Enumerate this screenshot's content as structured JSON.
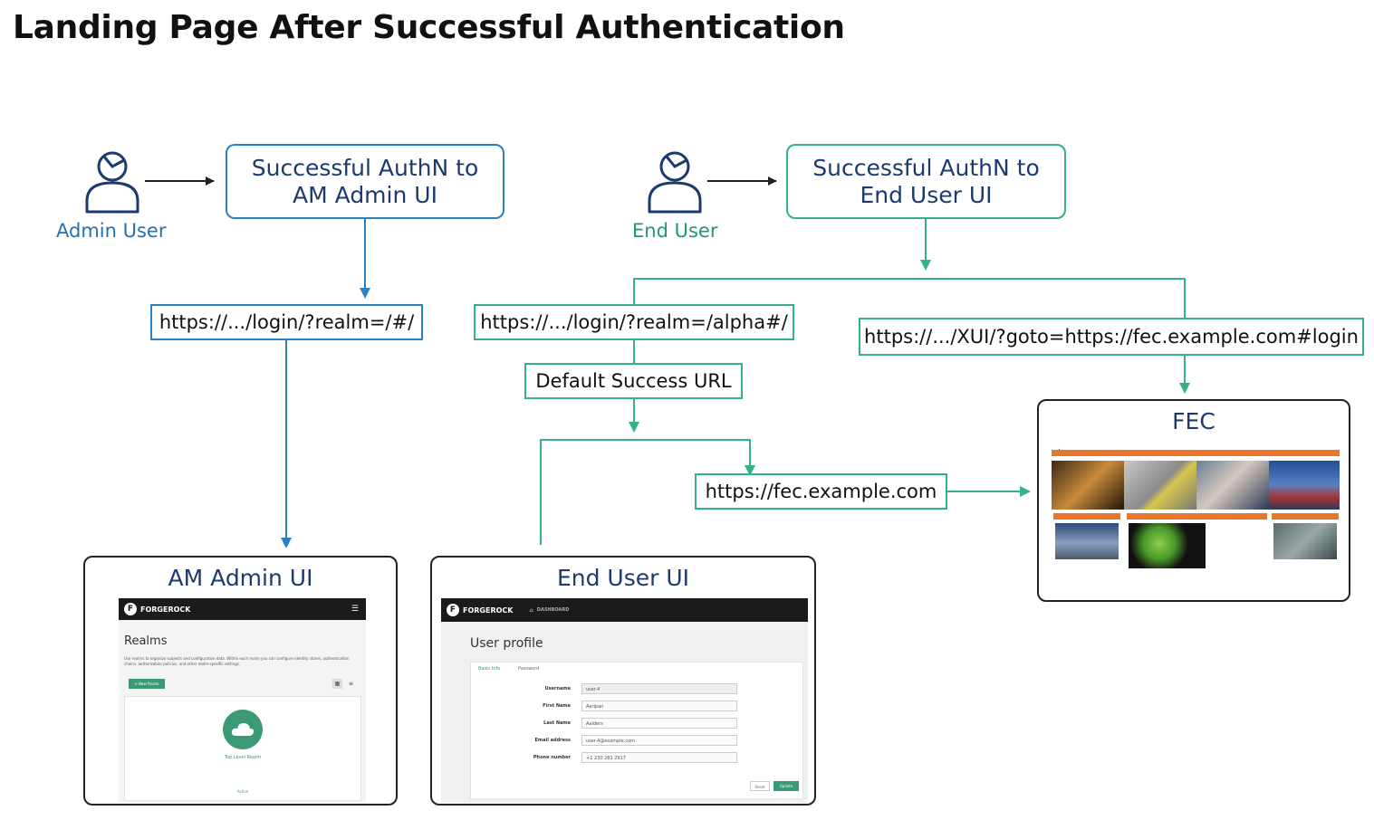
{
  "title": "Landing Page After Successful Authentication",
  "colors": {
    "blue": "#2b7fc4",
    "green": "#33b187",
    "dark_text": "#1d3a70",
    "panel_border": "#222222",
    "orange": "#e8762c"
  },
  "actors": {
    "admin": {
      "label": "Admin User",
      "icon": "user-icon"
    },
    "end": {
      "label": "End User",
      "icon": "user-icon"
    }
  },
  "boxes": {
    "admin_authn": [
      "Successful AuthN to",
      "AM Admin UI"
    ],
    "end_authn": [
      "Successful AuthN to",
      "End User UI"
    ]
  },
  "urls": {
    "admin_login": "https://.../login/?realm=/#/",
    "alpha_login": "https://.../login/?realm=/alpha#/",
    "default_success": "Default Success URL",
    "xui_goto": "https://.../XUI/?goto=https://fec.example.com#login",
    "fec": "https://fec.example.com"
  },
  "panels": {
    "am_admin": {
      "title": "AM Admin UI",
      "brand": "FORGEROCK",
      "heading": "Realms",
      "description": "Use realms to organize subjects and configuration data. Within each realm you can configure identity stores, authentication chains, authorization policies, and other realm-specific settings.",
      "new_realm_button": "+ New Realm",
      "realm_name": "Top Level Realm",
      "realm_status": "Active"
    },
    "end_user": {
      "title": "End User UI",
      "brand": "FORGEROCK",
      "nav_item": "DASHBOARD",
      "heading": "User profile",
      "tabs": [
        "Basic Info",
        "Password"
      ],
      "fields": [
        {
          "label": "Username",
          "value": "user.4"
        },
        {
          "label": "First Name",
          "value": "Aarlpan"
        },
        {
          "label": "Last Name",
          "value": "Aalders"
        },
        {
          "label": "Email address",
          "value": "user.4@example.com"
        },
        {
          "label": "Phone number",
          "value": "+1 230 281 2917"
        }
      ],
      "buttons": {
        "reset": "Reset",
        "update": "Update"
      }
    },
    "fec": {
      "title": "FEC"
    }
  }
}
